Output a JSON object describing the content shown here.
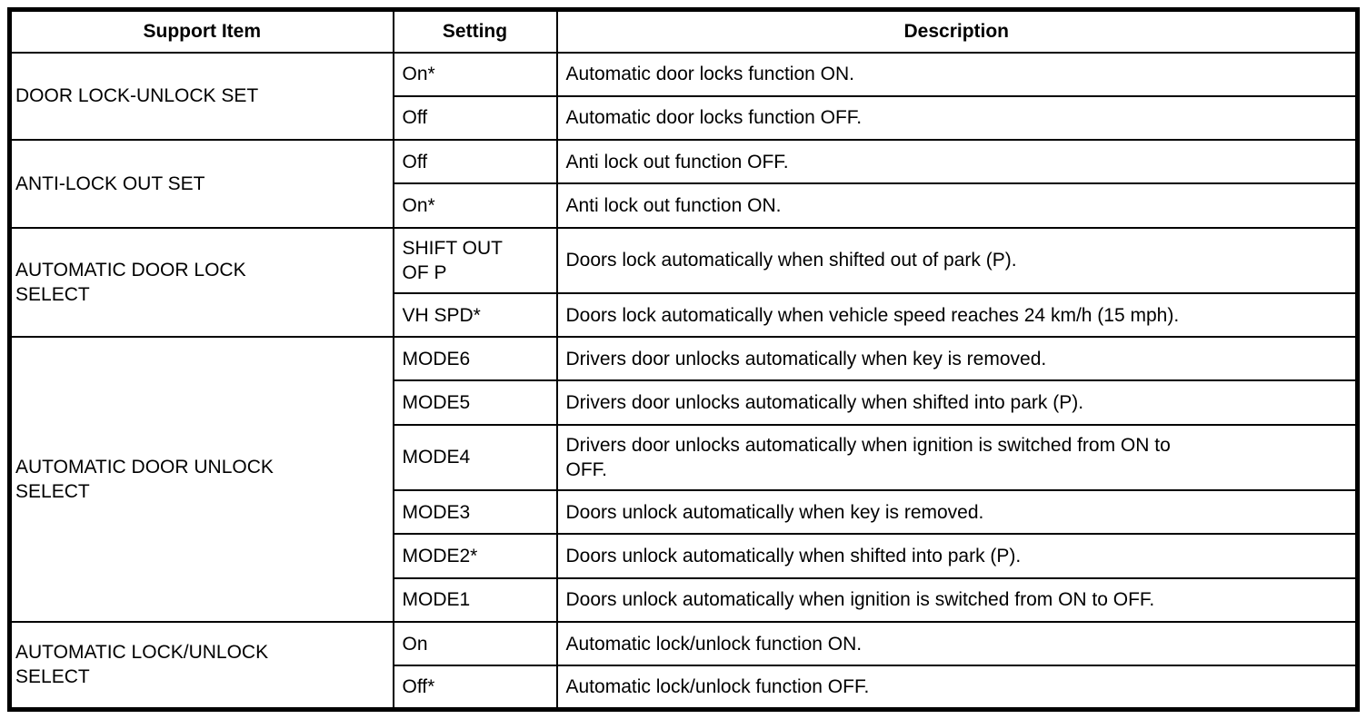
{
  "table": {
    "headers": [
      "Support Item",
      "Setting",
      "Description"
    ],
    "groups": [
      {
        "item": "DOOR LOCK-UNLOCK SET",
        "rows": [
          {
            "setting": "On*",
            "description": "Automatic door locks function ON."
          },
          {
            "setting": "Off",
            "description": "Automatic door locks function OFF."
          }
        ]
      },
      {
        "item": "ANTI-LOCK OUT SET",
        "rows": [
          {
            "setting": "Off",
            "description": "Anti lock out function OFF."
          },
          {
            "setting": "On*",
            "description": "Anti lock out function ON."
          }
        ]
      },
      {
        "item": "AUTOMATIC DOOR LOCK SELECT",
        "rows": [
          {
            "setting": "SHIFT OUT OF P",
            "description": "Doors lock automatically when shifted out of park (P)."
          },
          {
            "setting": "VH SPD*",
            "description": "Doors lock automatically when vehicle speed reaches 24 km/h (15 mph)."
          }
        ]
      },
      {
        "item": "AUTOMATIC DOOR UNLOCK SELECT",
        "rows": [
          {
            "setting": "MODE6",
            "description": "Drivers door unlocks automatically when key is removed."
          },
          {
            "setting": "MODE5",
            "description": "Drivers door unlocks automatically when shifted into park (P)."
          },
          {
            "setting": "MODE4",
            "description": "Drivers door unlocks automatically when ignition is switched from ON to OFF."
          },
          {
            "setting": "MODE3",
            "description": "Doors unlock automatically when key is removed."
          },
          {
            "setting": "MODE2*",
            "description": "Doors unlock automatically when shifted into park (P)."
          },
          {
            "setting": "MODE1",
            "description": "Doors unlock automatically when ignition is switched from ON to OFF."
          }
        ]
      },
      {
        "item": "AUTOMATIC LOCK/UNLOCK SELECT",
        "rows": [
          {
            "setting": "On",
            "description": "Automatic lock/unlock function ON."
          },
          {
            "setting": "Off*",
            "description": "Automatic lock/unlock function OFF."
          }
        ]
      }
    ]
  }
}
